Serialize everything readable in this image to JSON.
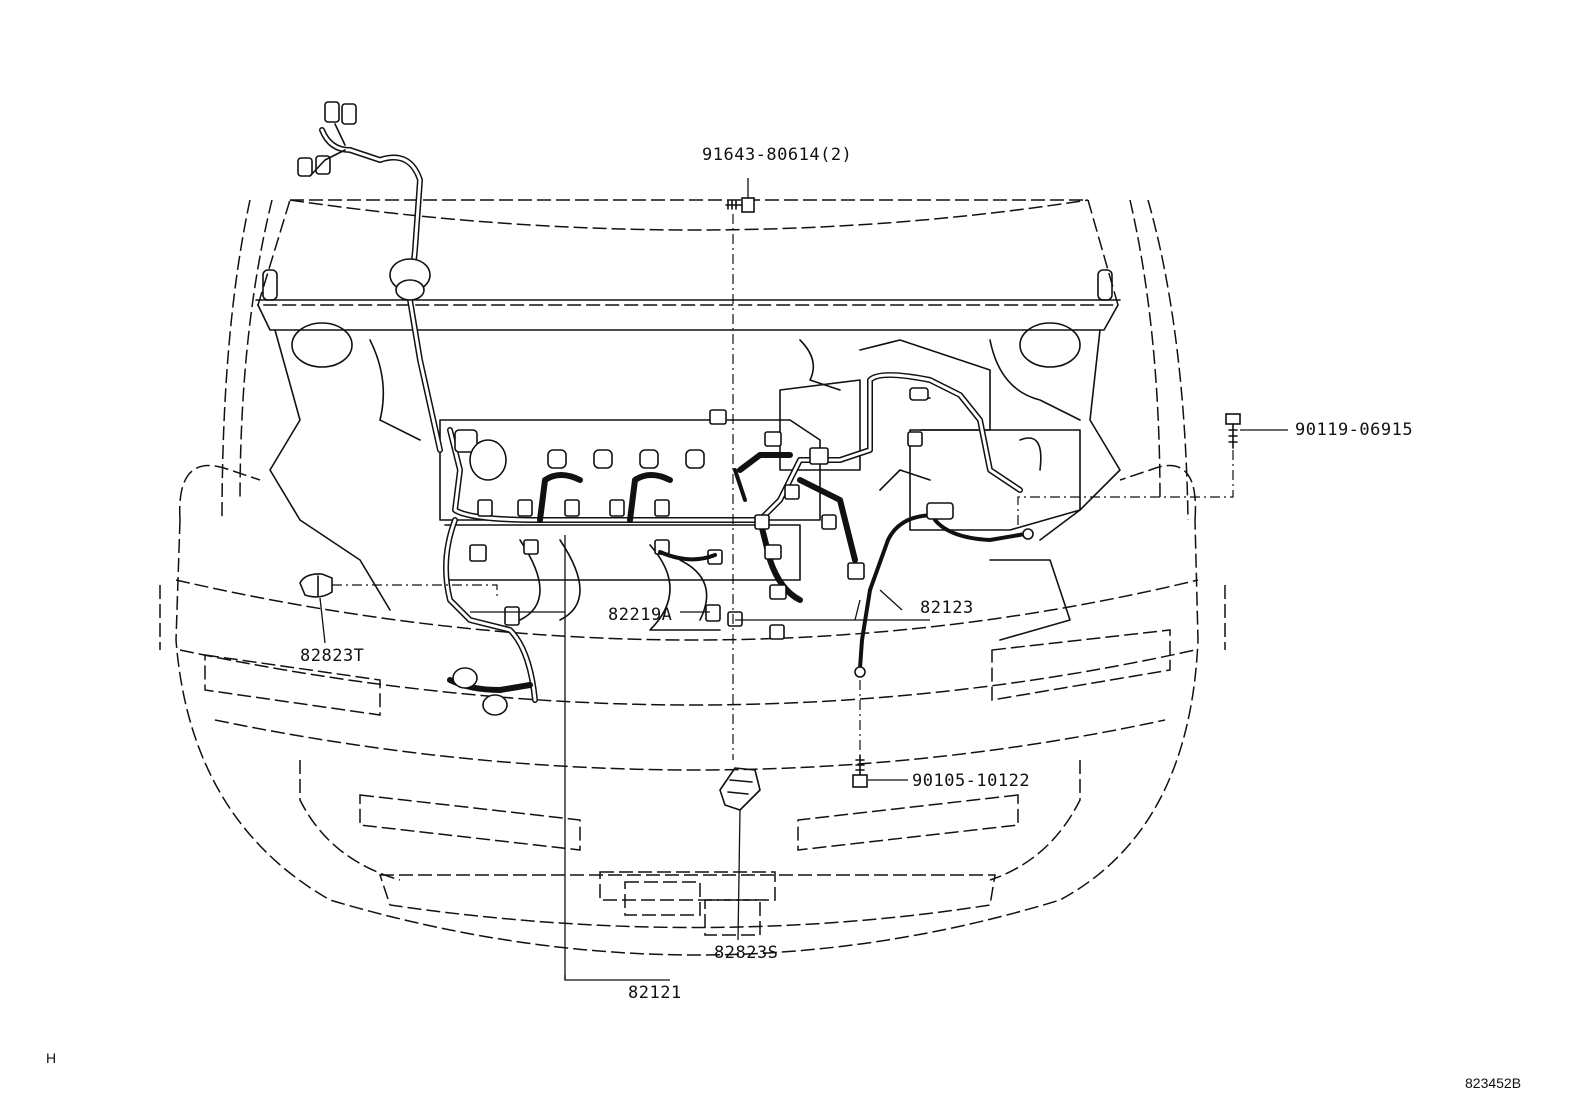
{
  "labels": {
    "part_91643": "91643-80614(2)",
    "part_90119": "90119-06915",
    "part_82123": "82123",
    "part_82219A": "82219A",
    "part_82823T": "82823T",
    "part_90105": "90105-10122",
    "part_82823S": "82823S",
    "part_82121": "82121"
  },
  "corner": {
    "left_mark": "H",
    "figure_code": "823452B"
  }
}
